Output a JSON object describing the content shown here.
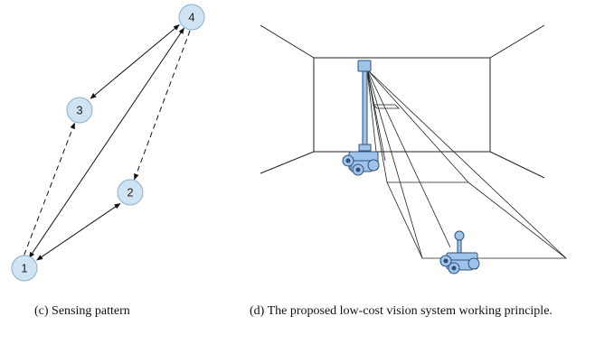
{
  "left_panel": {
    "nodes": [
      {
        "id": "1",
        "label": "1"
      },
      {
        "id": "2",
        "label": "2"
      },
      {
        "id": "3",
        "label": "3"
      },
      {
        "id": "4",
        "label": "4"
      }
    ],
    "edges": [
      {
        "from": "1",
        "to": "2",
        "style": "solid",
        "arrows": "both"
      },
      {
        "from": "1",
        "to": "4",
        "style": "solid",
        "arrows": "both"
      },
      {
        "from": "3",
        "to": "4",
        "style": "solid",
        "arrows": "both"
      },
      {
        "from": "1",
        "to": "3",
        "style": "dashed",
        "arrows": "end"
      },
      {
        "from": "4",
        "to": "2",
        "style": "dashed",
        "arrows": "end"
      }
    ],
    "caption": "(c) Sensing pattern"
  },
  "right_panel": {
    "caption": "(d) The proposed low-cost vision system working principle."
  },
  "colors": {
    "node_fill": "#cfe3f3",
    "node_stroke": "#8ab0cf",
    "robot_fill": "#9fc4ea",
    "robot_stroke": "#2f4f7a",
    "line": "#111111"
  }
}
